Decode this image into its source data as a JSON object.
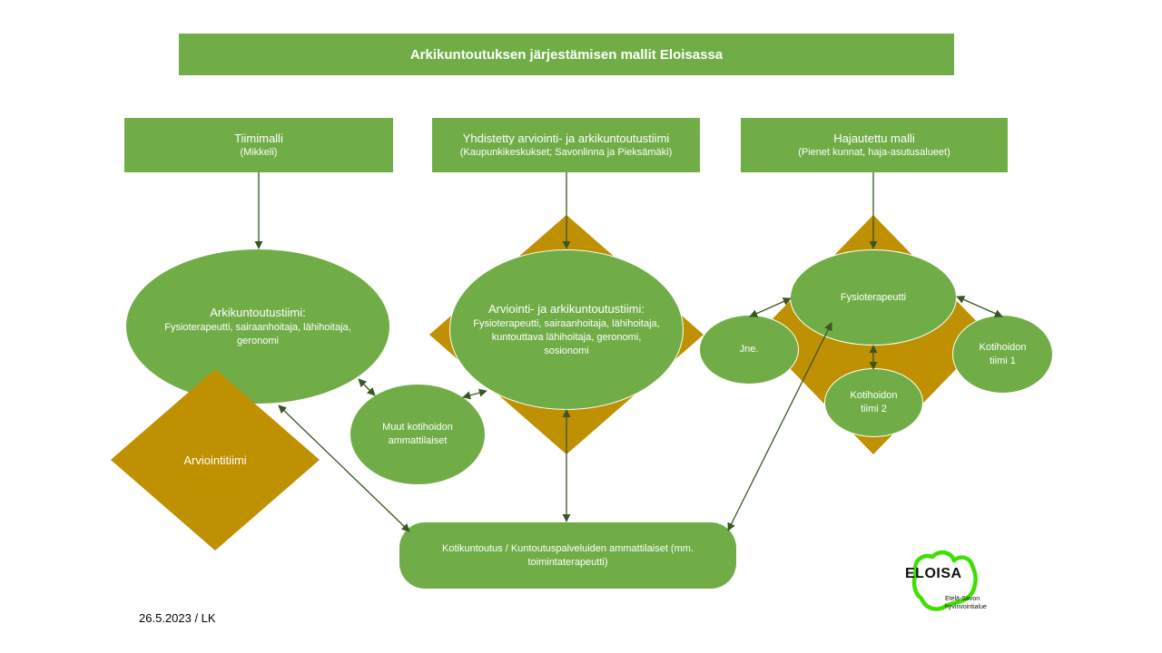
{
  "title": "Arkikuntoutuksen järjestämisen mallit Eloisassa",
  "models": [
    {
      "name": "Tiimimalli",
      "detail": "(Mikkeli)"
    },
    {
      "name": "Yhdistetty arviointi- ja arkikuntoutustiimi",
      "detail": "(Kaupunkikeskukset; Savonlinna ja Pieksämäki)"
    },
    {
      "name": "Hajautettu malli",
      "detail": "(Pienet kunnat, haja-asutusalueet)"
    }
  ],
  "team1": {
    "name": "Arkikuntoutustiimi:",
    "members": "Fysioterapeutti, sairaanhoitaja, lähihoitaja, geronomi",
    "assessment": "Arviointitiimi"
  },
  "team2": {
    "name": "Arviointi- ja arkikuntoutustiimi:",
    "members": "Fysioterapeutti, sairaanhoitaja, lähihoitaja, kuntouttava lähihoitaja, geronomi, sosionomi"
  },
  "other_home_care": "Muut kotihoidon ammattilaiset",
  "distributed": {
    "center": "Fysioterapeutti",
    "etc": "Jne.",
    "team_1": "Kotihoidon tiimi 1",
    "team_2": "Kotihoidon tiimi 2"
  },
  "rehab": "Kotikuntoutus / Kuntoutuspalveluiden ammattilaiset (mm. toimintaterapeutti)",
  "footer": "26.5.2023 / LK",
  "logo": {
    "word": "ELOISA",
    "sub_line1": "Etelä-Savon",
    "sub_line2": "hyvinvointialue"
  },
  "colors": {
    "green": "#70ad47",
    "gold": "#bf9000",
    "arrow": "#385723",
    "logo_green": "#3ee000"
  }
}
